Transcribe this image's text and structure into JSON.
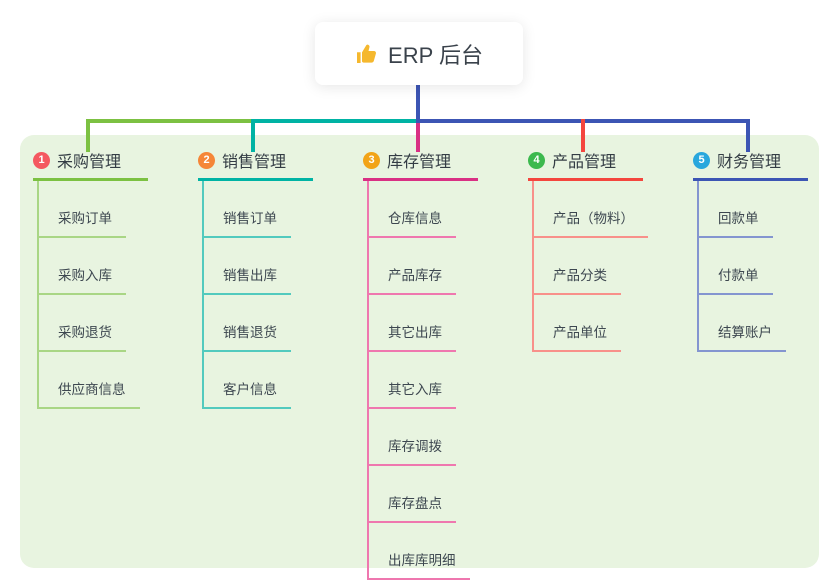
{
  "root": {
    "label": "ERP 后台",
    "icon": "thumbs-up-icon",
    "icon_color": "#f5b82e",
    "line_color": "#3c55b4"
  },
  "branches": [
    {
      "number": "1",
      "label": "采购管理",
      "badge_color": "#f45860",
      "line_color": "#7cc142",
      "child_line_color": "#a9d685",
      "children": [
        "采购订单",
        "采购入库",
        "采购退货",
        "供应商信息"
      ]
    },
    {
      "number": "2",
      "label": "销售管理",
      "badge_color": "#f58638",
      "line_color": "#00b3a4",
      "child_line_color": "#52cabe",
      "children": [
        "销售订单",
        "销售出库",
        "销售退货",
        "客户信息"
      ]
    },
    {
      "number": "3",
      "label": "库存管理",
      "badge_color": "#f2a418",
      "line_color": "#d93084",
      "child_line_color": "#ef77af",
      "children": [
        "仓库信息",
        "产品库存",
        "其它出库",
        "其它入库",
        "库存调拨",
        "库存盘点",
        "出库库明细"
      ]
    },
    {
      "number": "4",
      "label": "产品管理",
      "badge_color": "#3cb94e",
      "line_color": "#f4463e",
      "child_line_color": "#f8908a",
      "children": [
        "产品（物料）",
        "产品分类",
        "产品单位"
      ]
    },
    {
      "number": "5",
      "label": "财务管理",
      "badge_color": "#29a7dd",
      "line_color": "#3c55b4",
      "child_line_color": "#8495d0",
      "children": [
        "回款单",
        "付款单",
        "结算账户"
      ]
    }
  ],
  "colors": {
    "page_bg": "#ffffff",
    "panel_bg": "#e8f4e0",
    "text": "#3d4750"
  }
}
